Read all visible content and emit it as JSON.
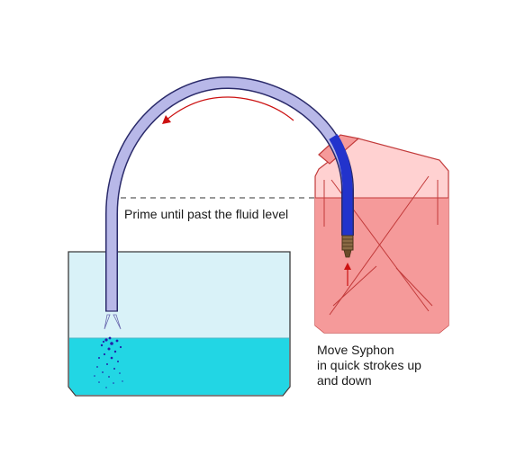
{
  "labels": {
    "prime": "Prime until past the fluid level",
    "move": [
      "Move Syphon",
      "in quick strokes up",
      "and down"
    ]
  },
  "colors": {
    "can_fill": "#f59a9a",
    "can_stroke": "#c23a3a",
    "tank_fill": "#d9f2f8",
    "tank_liquid": "#22d6e4",
    "tank_stroke": "#3a3a3a",
    "hose": "#b8b8e8",
    "hose_stroke": "#2a2a6a",
    "hose_primed": "#2233cc",
    "arrow": "#cc1111",
    "spray": "#2222aa",
    "pump": "#7a5530"
  }
}
